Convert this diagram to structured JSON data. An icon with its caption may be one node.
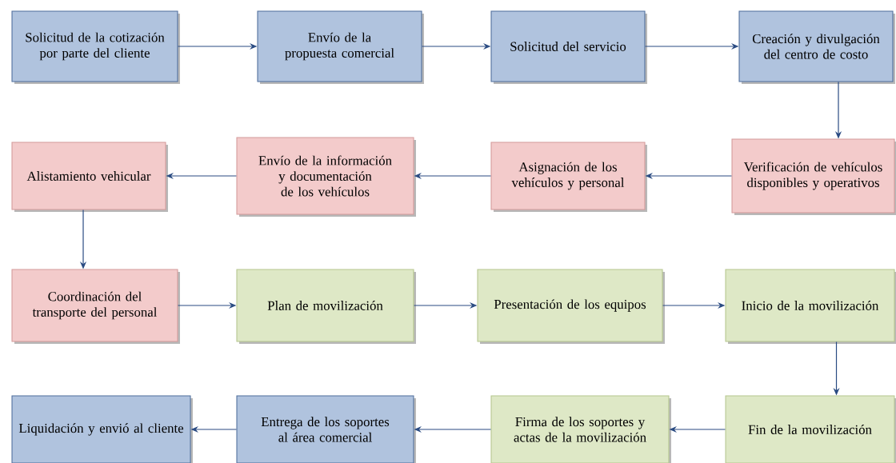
{
  "diagram": {
    "nodes": [
      {
        "text": [
          "Solicitud de la cotización por parte del cliente"
        ]
      },
      {
        "text": [
          "Envío de la propuesta comercial"
        ]
      },
      {
        "text": [
          "Solicitud del servicio"
        ]
      },
      {
        "text": [
          "Creación y divulgación del centro de costo"
        ]
      },
      {
        "text": [
          "Verificación de vehículos disponibles y operativos"
        ]
      },
      {
        "text": [
          "Asignación de los vehículos y personal"
        ]
      },
      {
        "text": [
          "Envío de la información y documentación de los vehículos"
        ]
      },
      {
        "text": [
          "Alistamiento vehicular"
        ]
      },
      {
        "text": [
          "Coordinación del transporte del personal"
        ]
      },
      {
        "text": [
          "Plan de movilización"
        ]
      },
      {
        "text": [
          "Presentación de los equipos"
        ]
      },
      {
        "text": [
          "Inicio de la movilización"
        ]
      },
      {
        "text": [
          "Fin de la movilización"
        ]
      },
      {
        "text": [
          "Firma de los soportes y actas de la movilización"
        ]
      },
      {
        "text": [
          "Entrega de los soportes al área comercial"
        ]
      },
      {
        "text": [
          "Liquidación y envió al cliente"
        ]
      }
    ],
    "edges": [
      {
        "from": 0,
        "to": 1,
        "arrow": "to"
      },
      {
        "from": 1,
        "to": 2,
        "arrow": "to"
      },
      {
        "from": 2,
        "to": 3,
        "arrow": "to"
      },
      {
        "from": 3,
        "to": 4,
        "arrow": "to"
      },
      {
        "from": 4,
        "to": 5,
        "arrow": "to"
      },
      {
        "from": 5,
        "to": 6,
        "arrow": "to"
      },
      {
        "from": 6,
        "to": 7,
        "arrow": "to"
      },
      {
        "from": 7,
        "to": 8,
        "arrow": "to"
      },
      {
        "from": 8,
        "to": 9,
        "arrow": "to"
      },
      {
        "from": 9,
        "to": 10,
        "arrow": "to"
      },
      {
        "from": 10,
        "to": 11,
        "arrow": "to"
      },
      {
        "from": 11,
        "to": 12,
        "arrow": "to"
      },
      {
        "from": 12,
        "to": 13,
        "arrow": "to"
      },
      {
        "from": 13,
        "to": 14,
        "arrow": "to"
      },
      {
        "from": 14,
        "to": 15,
        "arrow": "to"
      }
    ]
  }
}
